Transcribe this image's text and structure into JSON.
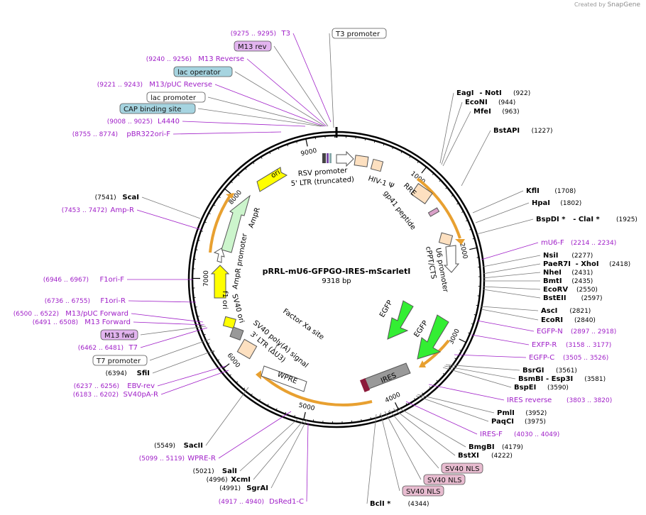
{
  "credit": {
    "prefix": "Created by",
    "brand": "SnapGene"
  },
  "plasmid": {
    "name": "pRRL-mU6-GFPGO-IRES-mScarletI",
    "size_label": "9318 bp",
    "length": 9318
  },
  "tick_labels": [
    "1000",
    "2000",
    "3000",
    "4000",
    "5000",
    "6000",
    "7000",
    "8000",
    "9000"
  ],
  "colors": {
    "enzyme": "#000000",
    "primer": "#a020c8",
    "feature": "#666666",
    "backbone": "#000000",
    "orange_arrow": "#e8a030"
  },
  "labels": {
    "left": [
      {
        "kind": "primer",
        "range": "(9275 .. 9295)",
        "name": "T3"
      },
      {
        "kind": "boxed",
        "name": "M13 rev",
        "style": "purple"
      },
      {
        "kind": "primer",
        "range": "(9240 .. 9256)",
        "name": "M13 Reverse"
      },
      {
        "kind": "boxed",
        "name": "lac operator",
        "style": "blue"
      },
      {
        "kind": "primer",
        "range": "(9221 .. 9243)",
        "name": "M13/pUC Reverse"
      },
      {
        "kind": "boxed",
        "name": "lac promoter",
        "style": "white"
      },
      {
        "kind": "boxed",
        "name": "CAP binding site",
        "style": "blue"
      },
      {
        "kind": "primer",
        "range": "(9008 .. 9025)",
        "name": "L4440"
      },
      {
        "kind": "primer",
        "range": "(8755 .. 8774)",
        "name": "pBR322ori-F"
      },
      {
        "kind": "enzyme",
        "pos": "(7541)",
        "name": "ScaI"
      },
      {
        "kind": "primer",
        "range": "(7453 .. 7472)",
        "name": "Amp-R"
      },
      {
        "kind": "primer",
        "range": "(6946 .. 6967)",
        "name": "F1ori-F"
      },
      {
        "kind": "primer",
        "range": "(6736 .. 6755)",
        "name": "F1ori-R"
      },
      {
        "kind": "primer",
        "range": "(6500 .. 6522)",
        "name": "M13/pUC Forward"
      },
      {
        "kind": "primer",
        "range": "(6491 .. 6508)",
        "name": "M13 Forward"
      },
      {
        "kind": "boxed",
        "name": "M13 fwd",
        "style": "purple"
      },
      {
        "kind": "primer",
        "range": "(6462 .. 6481)",
        "name": "T7"
      },
      {
        "kind": "boxed",
        "name": "T7 promoter",
        "style": "white"
      },
      {
        "kind": "enzyme",
        "pos": "(6394)",
        "name": "SfiI"
      },
      {
        "kind": "primer",
        "range": "(6237 .. 6256)",
        "name": "EBV-rev"
      },
      {
        "kind": "primer",
        "range": "(6183 .. 6202)",
        "name": "SV40pA-R"
      },
      {
        "kind": "enzyme",
        "pos": "(5549)",
        "name": "SacII"
      },
      {
        "kind": "primer",
        "range": "(5099 .. 5119)",
        "name": "WPRE-R"
      },
      {
        "kind": "enzyme",
        "pos": "(5021)",
        "name": "SalI"
      },
      {
        "kind": "enzyme",
        "pos": "(4996)",
        "name": "XcmI"
      },
      {
        "kind": "enzyme",
        "pos": "(4991)",
        "name": "SgrAI"
      },
      {
        "kind": "primer",
        "range": "(4917 .. 4940)",
        "name": "DsRed1-C"
      }
    ],
    "right": [
      {
        "kind": "boxed",
        "name": "T3 promoter",
        "style": "white"
      },
      {
        "kind": "enzyme",
        "name": "EagI",
        "extra": "- NotI",
        "pos": "(922)"
      },
      {
        "kind": "enzyme",
        "name": "EcoNI",
        "pos": "(944)"
      },
      {
        "kind": "enzyme",
        "name": "MfeI",
        "pos": "(963)"
      },
      {
        "kind": "enzyme",
        "name": "BstAPI",
        "pos": "(1227)"
      },
      {
        "kind": "enzyme",
        "name": "KflI",
        "pos": "(1708)"
      },
      {
        "kind": "enzyme",
        "name": "HpaI",
        "pos": "(1802)"
      },
      {
        "kind": "enzyme",
        "name": "BspDI *",
        "extra": "- ClaI *",
        "pos": "(1925)"
      },
      {
        "kind": "primer",
        "name": "mU6-F",
        "range": "(2214 .. 2234)"
      },
      {
        "kind": "enzyme",
        "name": "NsiI",
        "pos": "(2277)"
      },
      {
        "kind": "enzyme",
        "name": "PaeR7I",
        "extra": "- XhoI",
        "pos": "(2418)"
      },
      {
        "kind": "enzyme",
        "name": "NheI",
        "pos": "(2431)"
      },
      {
        "kind": "enzyme",
        "name": "BmtI",
        "pos": "(2435)"
      },
      {
        "kind": "enzyme",
        "name": "EcoRV",
        "pos": "(2550)"
      },
      {
        "kind": "enzyme",
        "name": "BstEII",
        "pos": "(2597)"
      },
      {
        "kind": "enzyme",
        "name": "AscI",
        "pos": "(2821)"
      },
      {
        "kind": "enzyme",
        "name": "EcoRI",
        "pos": "(2840)"
      },
      {
        "kind": "primer",
        "name": "EGFP-N",
        "range": "(2897 .. 2918)"
      },
      {
        "kind": "primer",
        "name": "EXFP-R",
        "range": "(3158 .. 3177)"
      },
      {
        "kind": "primer",
        "name": "EGFP-C",
        "range": "(3505 .. 3526)"
      },
      {
        "kind": "enzyme",
        "name": "BsrGI",
        "pos": "(3561)"
      },
      {
        "kind": "enzyme",
        "name": "BsmBI",
        "extra": "- Esp3I",
        "pos": "(3581)"
      },
      {
        "kind": "enzyme",
        "name": "BspEI",
        "pos": "(3590)"
      },
      {
        "kind": "primer",
        "name": "IRES reverse",
        "range": "(3803 .. 3820)"
      },
      {
        "kind": "enzyme",
        "name": "PmlI",
        "pos": "(3952)"
      },
      {
        "kind": "enzyme",
        "name": "PaqCI",
        "pos": "(3975)"
      },
      {
        "kind": "primer",
        "name": "IRES-F",
        "range": "(4030 .. 4049)"
      },
      {
        "kind": "enzyme",
        "name": "BmgBI",
        "pos": "(4179)"
      },
      {
        "kind": "enzyme",
        "name": "BstXI",
        "pos": "(4222)"
      },
      {
        "kind": "boxed",
        "name": "SV40 NLS",
        "style": "pink"
      },
      {
        "kind": "boxed",
        "name": "SV40 NLS",
        "style": "pink"
      },
      {
        "kind": "boxed",
        "name": "SV40 NLS",
        "style": "pink"
      },
      {
        "kind": "enzyme",
        "name": "BclI *",
        "pos": "(4344)"
      }
    ]
  },
  "features": [
    {
      "name": "RSV promoter",
      "color": "#ffffff",
      "text": "RSV promoter"
    },
    {
      "name": "5' LTR (truncated)",
      "color": "#ffffff",
      "text": "5' LTR (truncated)"
    },
    {
      "name": "HIV-1 Ψ",
      "color": "#fde0c0",
      "text": "HIV-1 Ψ"
    },
    {
      "name": "RRE",
      "color": "#fde0c0",
      "text": "RRE"
    },
    {
      "name": "gp41 peptide",
      "color": "#d9a0c8",
      "text": "gp41 peptide"
    },
    {
      "name": "cPPT/CTS",
      "color": "#fde0c0",
      "text": "cPPT/CTS"
    },
    {
      "name": "U6 promoter",
      "color": "#ffffff",
      "text": "U6 promoter"
    },
    {
      "name": "EGFP",
      "color": "#33ee33",
      "text": "EGFP"
    },
    {
      "name": "EGFP",
      "color": "#33ee33",
      "text": "EGFP"
    },
    {
      "name": "IRES",
      "color": "#999999",
      "text": "IRES"
    },
    {
      "name": "WPRE",
      "color": "#ffffff",
      "text": "WPRE"
    },
    {
      "name": "3' LTR (ΔU3)",
      "color": "#fde0c0",
      "text": "3' LTR (ΔU3)"
    },
    {
      "name": "SV40 poly(A) signal",
      "color": "#999999",
      "text": "SV40 poly(A) signal"
    },
    {
      "name": "Factor Xa site",
      "color": "#ffffff",
      "text": "Factor Xa site"
    },
    {
      "name": "SV40 ori",
      "color": "#ffff00",
      "text": "SV40 ori"
    },
    {
      "name": "f1 ori",
      "color": "#ffff00",
      "text": "f1 ori"
    },
    {
      "name": "AmpR promoter",
      "color": "#ffffff",
      "text": "AmpR promoter"
    },
    {
      "name": "AmpR",
      "color": "#ccf5cc",
      "text": "AmpR"
    },
    {
      "name": "ori",
      "color": "#ffff00",
      "text": "ori"
    }
  ]
}
